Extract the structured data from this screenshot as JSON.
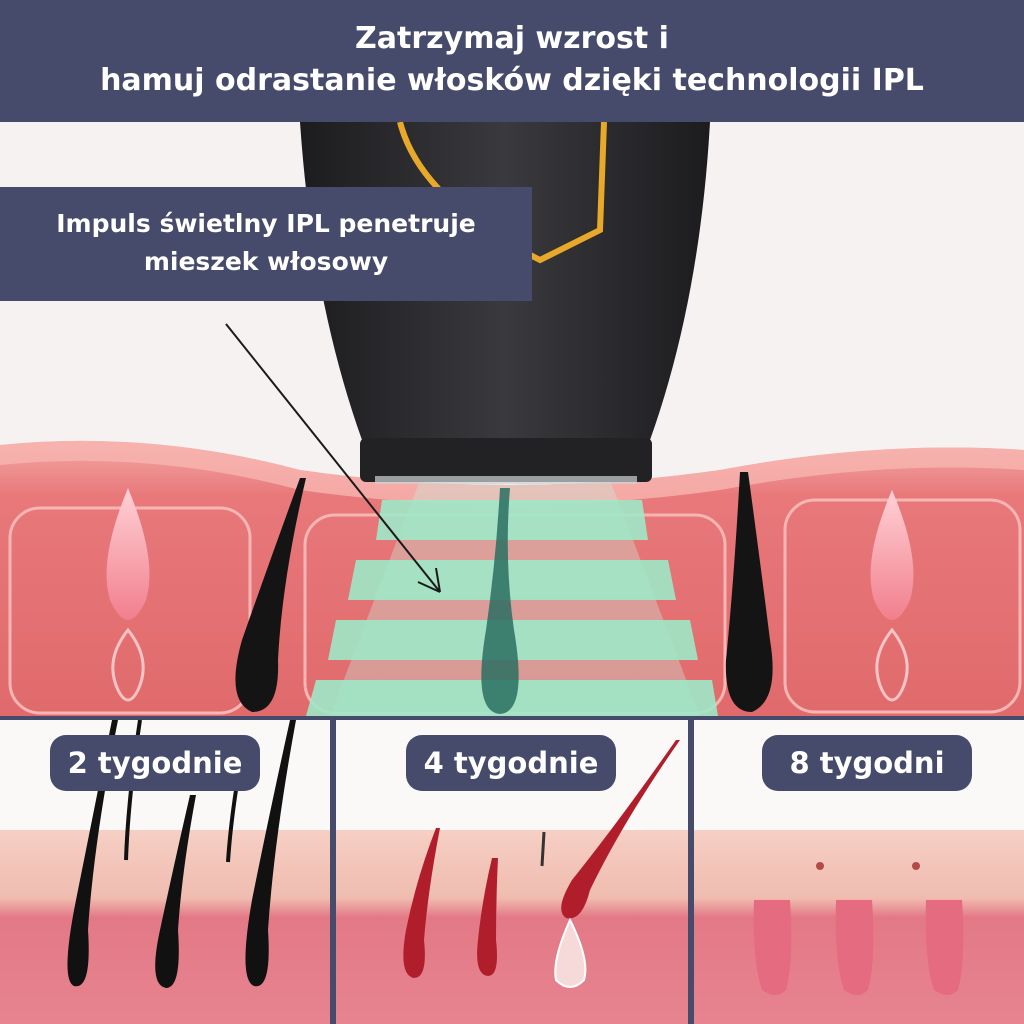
{
  "header": {
    "line1": "Zatrzymaj wzrost i",
    "line2": "hamuj odrastanie włosków dzięki technologii IPL"
  },
  "callout": {
    "line1": "Impuls świetlny IPL penetruje",
    "line2": "mieszek włosowy"
  },
  "panels": [
    {
      "label": "2 tygodnie"
    },
    {
      "label": "4 tygodnie"
    },
    {
      "label": "8 tygodni"
    }
  ],
  "colors": {
    "banner": "#464a6b",
    "skin": "#e8787a",
    "skin_dark": "#d9605f",
    "light_pulse": "#9fe8c6",
    "device": "#2b2b2e",
    "accent": "#e8a92a"
  }
}
